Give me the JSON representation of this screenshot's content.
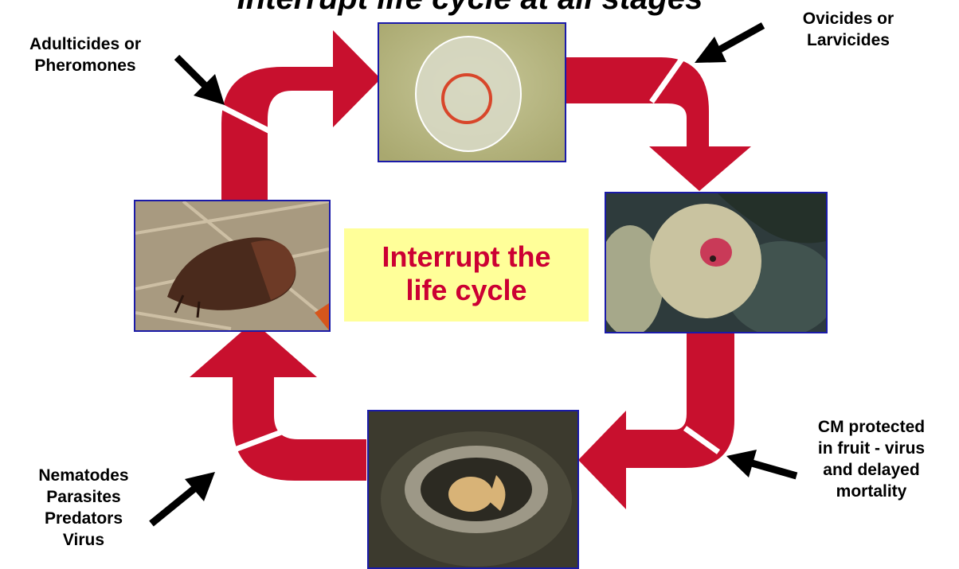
{
  "title": "Interrupt life cycle at all stages",
  "center": {
    "lines": [
      "Interrupt the",
      "life cycle"
    ]
  },
  "labels": {
    "adult": {
      "lines": [
        "Adulticides or",
        "Pheromones"
      ]
    },
    "egg": {
      "lines": [
        "Ovicides or",
        "Larvicides"
      ]
    },
    "fruit": {
      "lines": [
        "CM protected",
        "in fruit - virus",
        "and delayed",
        "mortality"
      ]
    },
    "bio": {
      "lines": [
        "Nematodes",
        "Parasites",
        "Predators",
        "Virus"
      ]
    }
  },
  "colors": {
    "arrow": "#c8102e",
    "pointer": "#000000",
    "center_bg": "#ffff99",
    "center_text": "#cc0033",
    "photo_border": "#1a1aa8"
  },
  "images": [
    "egg-photo",
    "infested-apple-photo",
    "larva-cocoon-photo",
    "adult-moth-photo"
  ]
}
